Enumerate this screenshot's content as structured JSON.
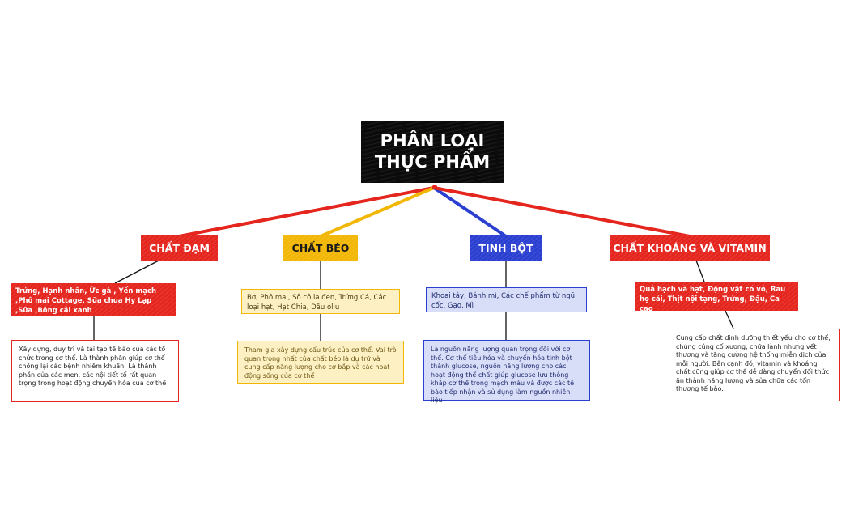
{
  "root": {
    "line1": "PHÂN LOẠI",
    "line2": "THỰC PHẨM"
  },
  "branches": [
    {
      "title": "CHẤT ĐẠM",
      "examples": "Trứng, Hạnh nhân, Ức gà , Yến mạch ,Phô mai Cottage, Sữa chua Hy Lạp ,Sữa ,Bông cải xanh",
      "description": "Xây dựng, duy trì và tái tạo tế bào của các tổ chức trong cơ thể. Là thành phần giúp cơ thể chống lại các bệnh nhiễm khuẩn. Là thành phần của các men, các nội tiết tố rất quan trọng trong hoạt động chuyển hóa của cơ thể"
    },
    {
      "title": "CHẤT BÉO",
      "examples": "Bơ, Phô mai, Sô cô la đen, Trứng Cá, Các loại hạt, Hạt Chia, Dầu oliu",
      "description": "Tham gia xây dựng cấu trúc của cơ thể. Vai trò quan trọng nhất của chất béo là dự trữ và cung cấp năng lượng cho cơ bắp và các hoạt động sống của cơ thể"
    },
    {
      "title": "TINH BỘT",
      "examples": "Khoai tây, Bánh mì, Các chế phẩm từ ngũ cốc. Gạo, Mì",
      "description": " Là nguồn năng lượng quan trọng đối với cơ thể. Cơ thể tiêu hóa và chuyển hóa tinh bột thành glucose, nguồn năng lượng cho các hoạt động thể chất giúp glucose lưu thông khắp cơ thể trong mạch máu và được các tế bào tiếp nhận và sử dụng làm nguồn nhiên liệu"
    },
    {
      "title": "CHẤT KHOÁNG VÀ VITAMIN",
      "examples": "Quả hạch và hạt, Động vật có vỏ, Rau họ cải, Thịt nội tạng, Trứng, Đậu, Ca cao",
      "description": "Cung cấp chất dinh dưỡng thiết yếu cho cơ thể, chúng củng cố xương, chữa lành nhưng vết thương và tăng cường hệ thống miễn dịch của mỗi người. Bên cạnh đó, vitamin và khoáng chất cũng giúp cơ thể dễ dàng chuyển đổi thức ăn thành năng lượng và sửa chữa các tổn thương tế bào."
    }
  ],
  "colors": {
    "red": "#e5261f",
    "yellow": "#f2b705",
    "blue": "#2b3fd1",
    "black": "#0b0b0b"
  }
}
